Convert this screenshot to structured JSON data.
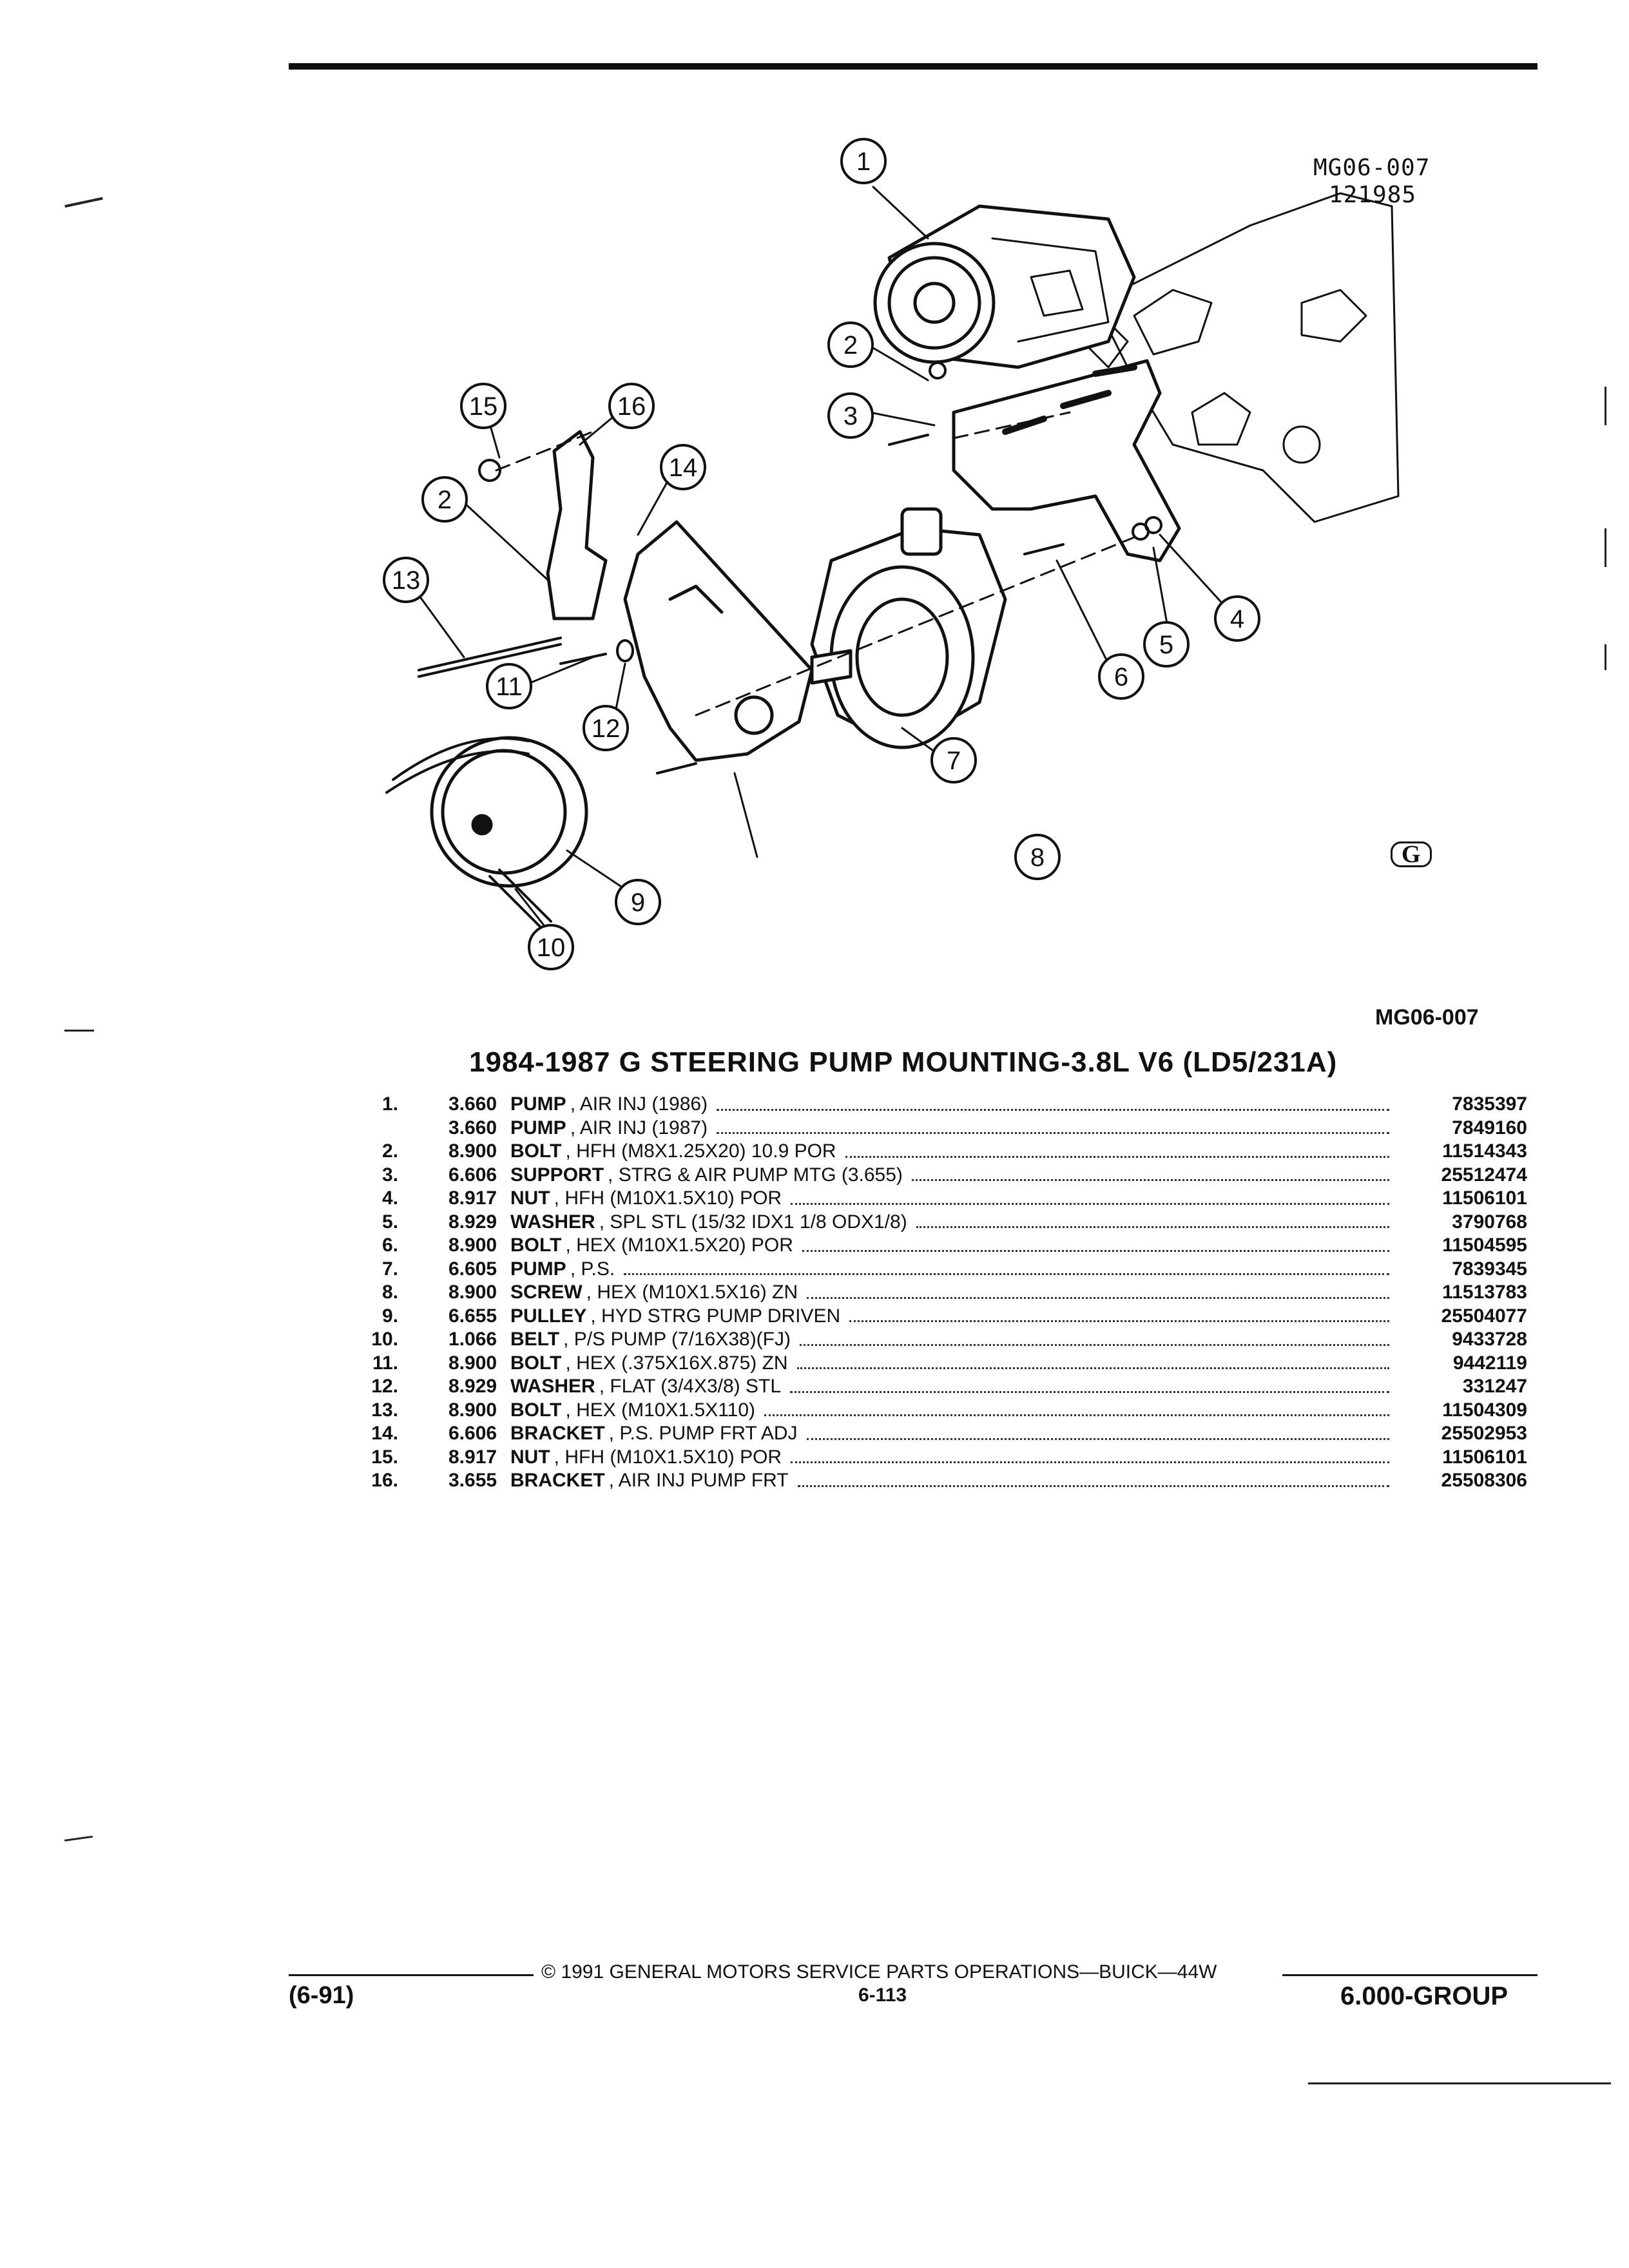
{
  "figure": {
    "id": "MG06-007",
    "date_code": "121985",
    "brand_logo": "G",
    "caption_code": "MG06-007",
    "callouts": [
      "1",
      "2",
      "3",
      "4",
      "5",
      "6",
      "7",
      "8",
      "9",
      "10",
      "11",
      "12",
      "13",
      "14",
      "15",
      "16",
      "2"
    ]
  },
  "parts_list": {
    "title": "1984-1987 G STEERING PUMP MOUNTING-3.8L V6 (LD5/231A)",
    "rows": [
      {
        "num": "1.",
        "code": "3.660",
        "name": "PUMP",
        "spec": ", AIR INJ (1986)",
        "part": "7835397"
      },
      {
        "num": "",
        "code": "3.660",
        "name": "PUMP",
        "spec": ", AIR INJ (1987)",
        "part": "7849160"
      },
      {
        "num": "2.",
        "code": "8.900",
        "name": "BOLT",
        "spec": ", HFH (M8X1.25X20) 10.9 POR",
        "part": "11514343"
      },
      {
        "num": "3.",
        "code": "6.606",
        "name": "SUPPORT",
        "spec": ", STRG & AIR PUMP MTG (3.655)",
        "part": "25512474"
      },
      {
        "num": "4.",
        "code": "8.917",
        "name": "NUT",
        "spec": ", HFH (M10X1.5X10) POR",
        "part": "11506101"
      },
      {
        "num": "5.",
        "code": "8.929",
        "name": "WASHER",
        "spec": ", SPL STL (15/32 IDX1 1/8 ODX1/8)",
        "part": "3790768"
      },
      {
        "num": "6.",
        "code": "8.900",
        "name": "BOLT",
        "spec": ", HEX (M10X1.5X20) POR",
        "part": "11504595"
      },
      {
        "num": "7.",
        "code": "6.605",
        "name": "PUMP",
        "spec": ", P.S.",
        "part": "7839345"
      },
      {
        "num": "8.",
        "code": "8.900",
        "name": "SCREW",
        "spec": ", HEX (M10X1.5X16) ZN",
        "part": "11513783"
      },
      {
        "num": "9.",
        "code": "6.655",
        "name": "PULLEY",
        "spec": ", HYD STRG PUMP DRIVEN",
        "part": "25504077"
      },
      {
        "num": "10.",
        "code": "1.066",
        "name": "BELT",
        "spec": ", P/S PUMP (7/16X38)(FJ)",
        "part": "9433728"
      },
      {
        "num": "11.",
        "code": "8.900",
        "name": "BOLT",
        "spec": ", HEX (.375X16X.875) ZN",
        "part": "9442119"
      },
      {
        "num": "12.",
        "code": "8.929",
        "name": "WASHER",
        "spec": ", FLAT (3/4X3/8) STL",
        "part": "331247"
      },
      {
        "num": "13.",
        "code": "8.900",
        "name": "BOLT",
        "spec": ", HEX (M10X1.5X110)",
        "part": "11504309"
      },
      {
        "num": "14.",
        "code": "6.606",
        "name": "BRACKET",
        "spec": ", P.S. PUMP FRT ADJ",
        "part": "25502953"
      },
      {
        "num": "15.",
        "code": "8.917",
        "name": "NUT",
        "spec": ", HFH (M10X1.5X10) POR",
        "part": "11506101"
      },
      {
        "num": "16.",
        "code": "3.655",
        "name": "BRACKET",
        "spec": ", AIR INJ PUMP FRT",
        "part": "25508306"
      }
    ]
  },
  "footer": {
    "copyright": "© 1991 GENERAL MOTORS SERVICE PARTS OPERATIONS—BUICK—44W",
    "date_code": "(6-91)",
    "page_number": "6-113",
    "group": "6.000-GROUP"
  }
}
